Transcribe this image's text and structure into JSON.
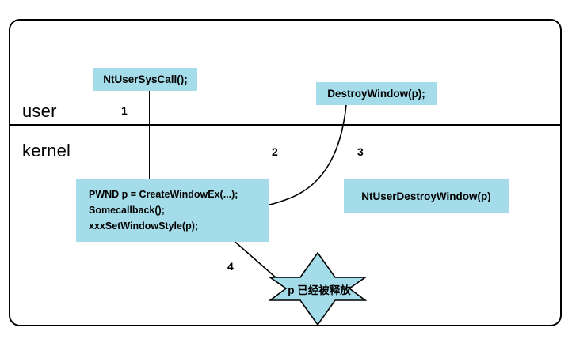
{
  "diagram": {
    "zones": {
      "user_label": "user",
      "kernel_label": "kernel"
    },
    "boxes": {
      "syscall": "NtUserSysCall();",
      "destroy_window": "DestroyWindow(p);",
      "nt_user_destroy_window": "NtUserDestroyWindow(p)",
      "code_lines": [
        "PWND p = CreateWindowEx(...);",
        "Somecallback();",
        "xxxSetWindowStyle(p);"
      ]
    },
    "annotations": {
      "step_1": "1",
      "step_2": "2",
      "step_3": "3",
      "step_4": "4"
    },
    "callout": {
      "star_text": "p 已经被释放"
    },
    "colors": {
      "box_fill": "#a4dce9",
      "stroke": "#000000",
      "background": "#ffffff"
    }
  }
}
